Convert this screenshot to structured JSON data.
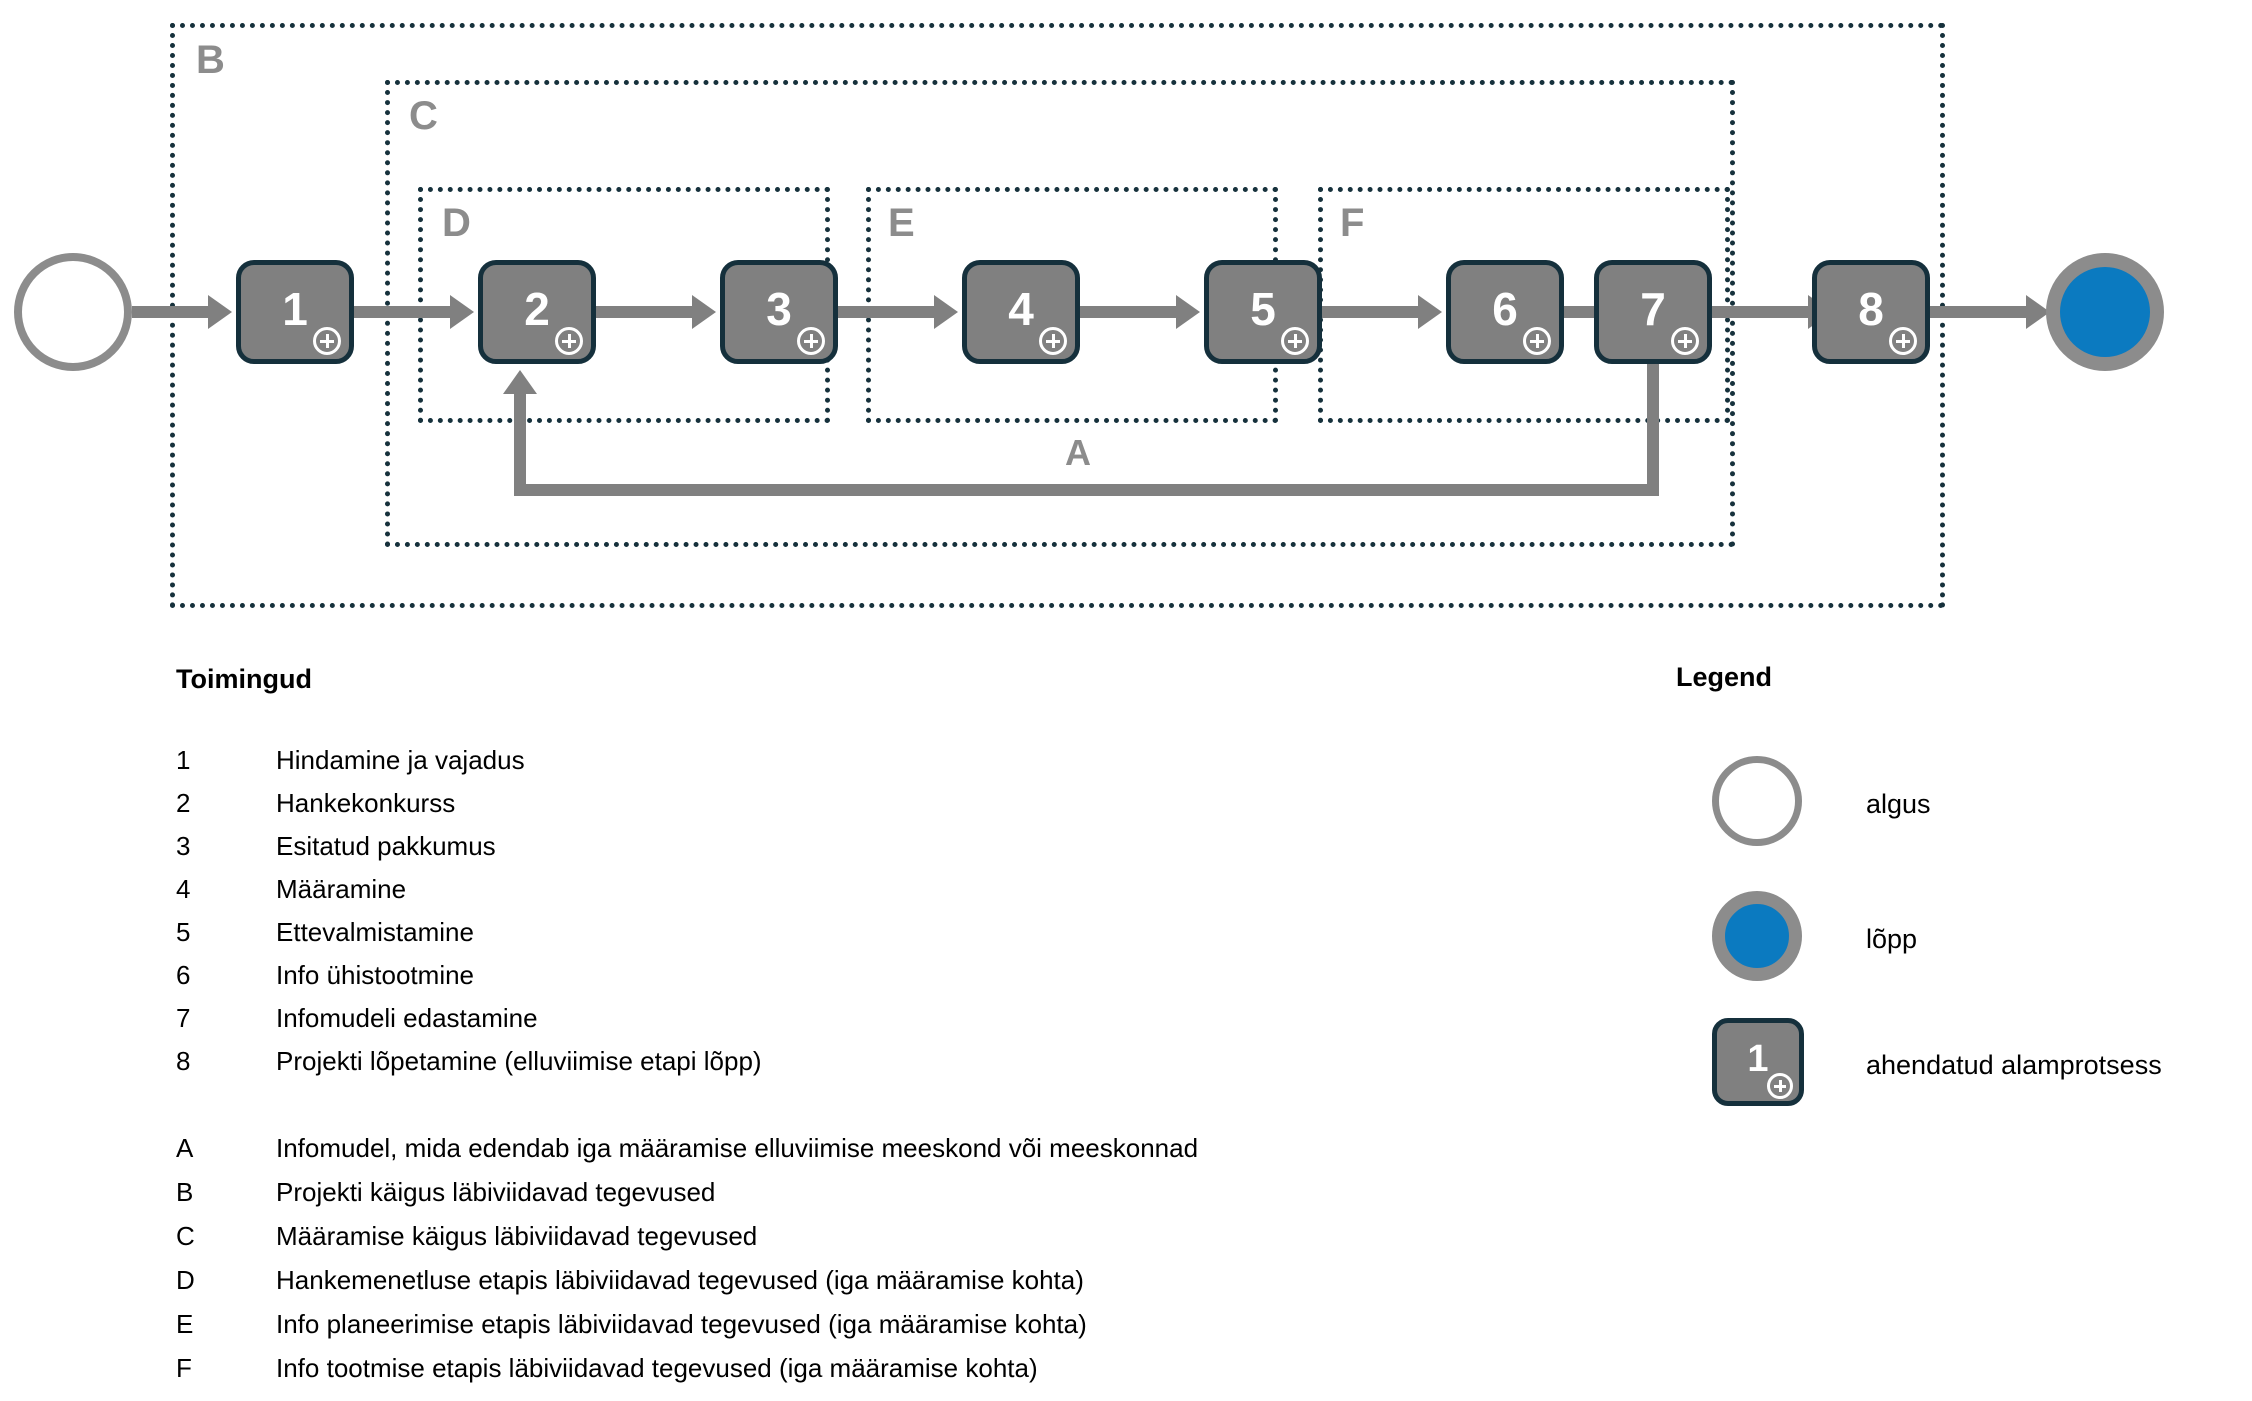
{
  "diagram": {
    "groups": [
      {
        "id": "B",
        "label": "B"
      },
      {
        "id": "C",
        "label": "C"
      },
      {
        "id": "D",
        "label": "D"
      },
      {
        "id": "E",
        "label": "E"
      },
      {
        "id": "F",
        "label": "F"
      },
      {
        "id": "A",
        "label": "A"
      }
    ],
    "tasks": [
      {
        "num": "1"
      },
      {
        "num": "2"
      },
      {
        "num": "3"
      },
      {
        "num": "4"
      },
      {
        "num": "5"
      },
      {
        "num": "6"
      },
      {
        "num": "7"
      },
      {
        "num": "8"
      }
    ]
  },
  "activities": {
    "heading": "Toimingud",
    "items": [
      {
        "key": "1",
        "label": "Hindamine ja vajadus"
      },
      {
        "key": "2",
        "label": "Hankekonkurss"
      },
      {
        "key": "3",
        "label": "Esitatud pakkumus"
      },
      {
        "key": "4",
        "label": "Määramine"
      },
      {
        "key": "5",
        "label": "Ettevalmistamine"
      },
      {
        "key": "6",
        "label": "Info ühistootmine"
      },
      {
        "key": "7",
        "label": "Infomudeli edastamine"
      },
      {
        "key": "8",
        "label": "Projekti lõpetamine (elluviimise etapi lõpp)"
      }
    ],
    "notes": [
      {
        "key": "A",
        "label": "Infomudel, mida edendab iga määramise elluviimise meeskond või meeskonnad"
      },
      {
        "key": "B",
        "label": "Projekti käigus läbiviidavad tegevused"
      },
      {
        "key": "C",
        "label": "Määramise käigus läbiviidavad tegevused"
      },
      {
        "key": "D",
        "label": "Hankemenetluse etapis läbiviidavad tegevused (iga määramise kohta)"
      },
      {
        "key": "E",
        "label": "Info planeerimise etapis läbiviidavad tegevused (iga määramise kohta)"
      },
      {
        "key": "F",
        "label": "Info tootmise etapis läbiviidavad tegevused (iga määramise kohta)"
      }
    ]
  },
  "legend": {
    "heading": "Legend",
    "items": [
      {
        "shape": "start-circle",
        "label": "algus"
      },
      {
        "shape": "end-circle",
        "label": "lõpp"
      },
      {
        "shape": "collapsed-subprocess",
        "num": "1",
        "label": "ahendatud alamprotsess"
      }
    ]
  },
  "colors": {
    "task_fill": "#808080",
    "task_border": "#15303c",
    "end_fill": "#0b7ac0",
    "event_ring": "#8c8c8c",
    "group_border": "#16313c",
    "group_label": "#8c8c8c",
    "connector": "#808080"
  }
}
